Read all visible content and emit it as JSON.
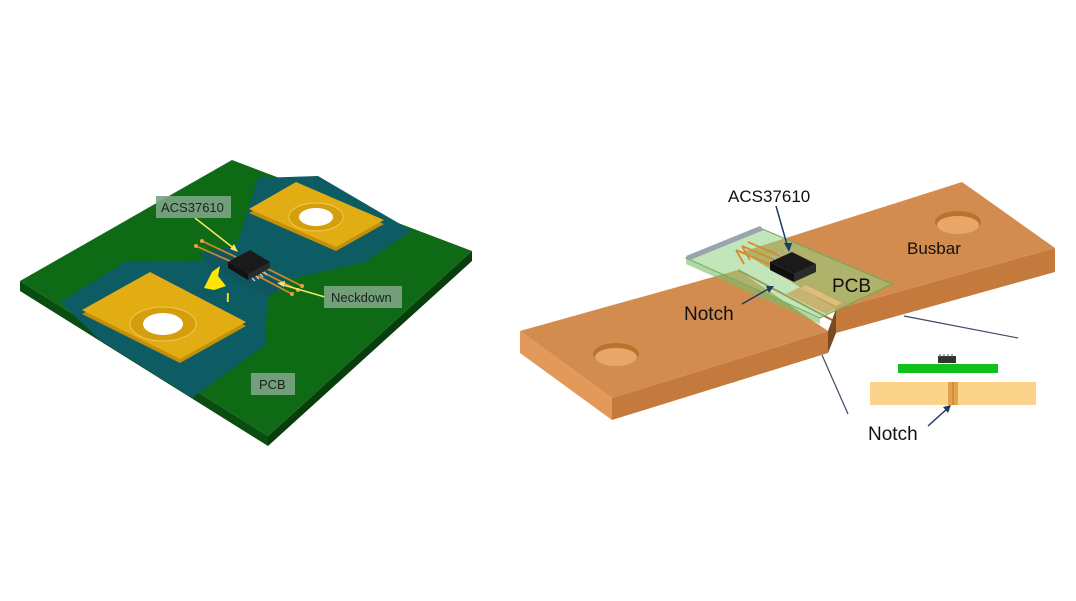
{
  "left_figure": {
    "labels": {
      "chip": "ACS37610",
      "neckdown": "Neckdown",
      "pcb": "PCB",
      "current": "I"
    }
  },
  "right_figure": {
    "labels": {
      "chip": "ACS37610",
      "busbar": "Busbar",
      "pcb": "PCB",
      "notch": "Notch"
    }
  },
  "inset": {
    "labels": {
      "notch": "Notch"
    }
  },
  "colors": {
    "pcb_green": "#0e6a14",
    "trace_teal": "#0d5c63",
    "pad_gold": "#e2ac13",
    "copper": "#cf8a50",
    "label_box": "#7aa483"
  }
}
